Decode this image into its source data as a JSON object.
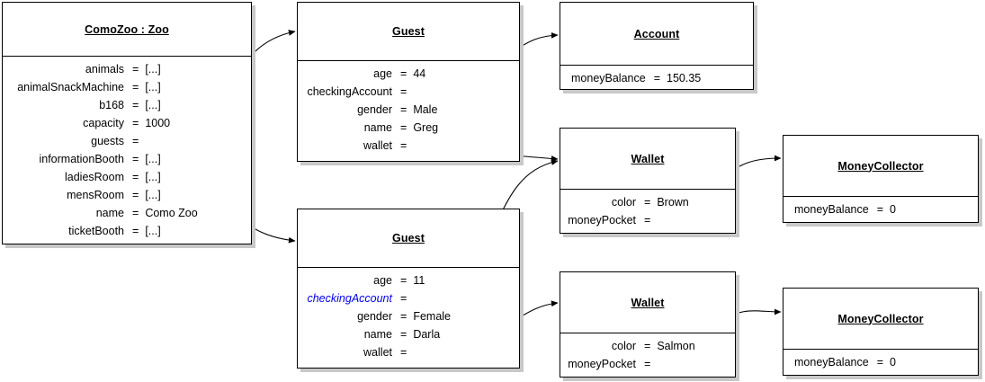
{
  "diagram": {
    "type": "uml-object-diagram",
    "colors": {
      "border": "#000000",
      "shadow": "#c8c8c8",
      "text": "#000000",
      "link_attribute": "#0000ee",
      "background": "#ffffff"
    },
    "objects": [
      {
        "id": "comozoo",
        "title": "ComoZoo : Zoo",
        "name_align": "right",
        "attributes": [
          {
            "name": "animals",
            "eq": "=",
            "value": "[...]"
          },
          {
            "name": "animalSnackMachine",
            "eq": "=",
            "value": "[...]"
          },
          {
            "name": "b168",
            "eq": "=",
            "value": "[...]"
          },
          {
            "name": "capacity",
            "eq": "=",
            "value": "1000"
          },
          {
            "name": "guests",
            "eq": "=",
            "value": ""
          },
          {
            "name": "informationBooth",
            "eq": "=",
            "value": "[...]"
          },
          {
            "name": "ladiesRoom",
            "eq": "=",
            "value": "[...]"
          },
          {
            "name": "mensRoom",
            "eq": "=",
            "value": "[...]"
          },
          {
            "name": "name",
            "eq": "=",
            "value": "Como Zoo"
          },
          {
            "name": "ticketBooth",
            "eq": "=",
            "value": "[...]"
          }
        ]
      },
      {
        "id": "guest-greg",
        "title": "Guest",
        "name_align": "right",
        "attributes": [
          {
            "name": "age",
            "eq": "=",
            "value": "44"
          },
          {
            "name": "checkingAccount",
            "eq": "=",
            "value": ""
          },
          {
            "name": "gender",
            "eq": "=",
            "value": "Male"
          },
          {
            "name": "name",
            "eq": "=",
            "value": "Greg"
          },
          {
            "name": "wallet",
            "eq": "=",
            "value": ""
          }
        ]
      },
      {
        "id": "guest-darla",
        "title": "Guest",
        "name_align": "right",
        "attributes": [
          {
            "name": "age",
            "eq": "=",
            "value": "11"
          },
          {
            "name": "checkingAccount",
            "eq": "=",
            "value": "",
            "style": "link-italic"
          },
          {
            "name": "gender",
            "eq": "=",
            "value": "Female"
          },
          {
            "name": "name",
            "eq": "=",
            "value": "Darla"
          },
          {
            "name": "wallet",
            "eq": "=",
            "value": ""
          }
        ]
      },
      {
        "id": "account",
        "title": "Account",
        "name_align": "left",
        "attributes": [
          {
            "name": "moneyBalance",
            "eq": "=",
            "value": "150.35"
          }
        ]
      },
      {
        "id": "wallet-brown",
        "title": "Wallet",
        "name_align": "right",
        "attributes": [
          {
            "name": "color",
            "eq": "=",
            "value": "Brown"
          },
          {
            "name": "moneyPocket",
            "eq": "=",
            "value": ""
          }
        ]
      },
      {
        "id": "wallet-salmon",
        "title": "Wallet",
        "name_align": "right",
        "attributes": [
          {
            "name": "color",
            "eq": "=",
            "value": "Salmon"
          },
          {
            "name": "moneyPocket",
            "eq": "=",
            "value": ""
          }
        ]
      },
      {
        "id": "moneycollector-top",
        "title": "MoneyCollector",
        "name_align": "left",
        "attributes": [
          {
            "name": "moneyBalance",
            "eq": "=",
            "value": "0"
          }
        ]
      },
      {
        "id": "moneycollector-bottom",
        "title": "MoneyCollector",
        "name_align": "left",
        "attributes": [
          {
            "name": "moneyBalance",
            "eq": "=",
            "value": "0"
          }
        ]
      }
    ],
    "links": [
      {
        "from": "comozoo.guests",
        "to": "guest-greg"
      },
      {
        "from": "comozoo.guests",
        "to": "guest-darla"
      },
      {
        "from": "guest-greg.checkingAccount",
        "to": "account"
      },
      {
        "from": "guest-greg.wallet",
        "to": "wallet-brown"
      },
      {
        "from": "guest-darla.checkingAccount",
        "to": "wallet-brown"
      },
      {
        "from": "guest-darla.wallet",
        "to": "wallet-salmon"
      },
      {
        "from": "wallet-brown.moneyPocket",
        "to": "moneycollector-top"
      },
      {
        "from": "wallet-salmon.moneyPocket",
        "to": "moneycollector-bottom"
      }
    ]
  }
}
